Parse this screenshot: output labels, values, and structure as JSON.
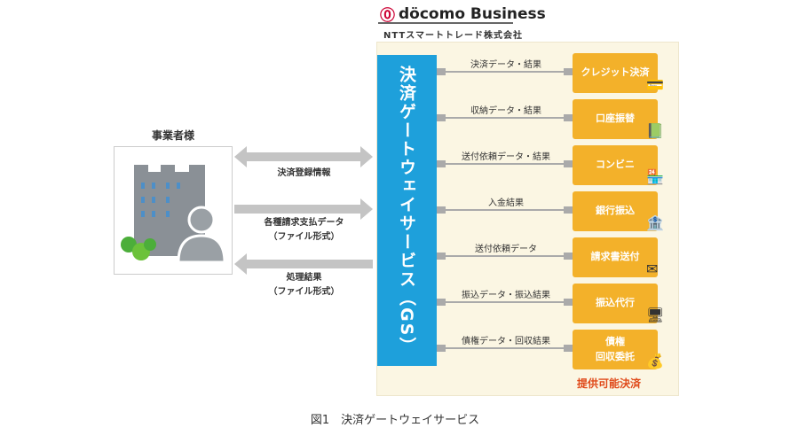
{
  "header": {
    "logo_text": "döcomo Business",
    "company": "NTTスマートトレード株式会社"
  },
  "gateway": {
    "label": "決済ゲートウェイサービス（GS）"
  },
  "business": {
    "title": "事業者様"
  },
  "flows": [
    {
      "label": "決済登録情報",
      "direction": "both"
    },
    {
      "label": "各種請求支払データ\n（ファイル形式）",
      "direction": "right"
    },
    {
      "label": "処理結果\n（ファイル形式）",
      "direction": "left"
    }
  ],
  "services": [
    {
      "line_label": "決済データ・結果",
      "name": "クレジット決済",
      "icon": "credit-card-icon"
    },
    {
      "line_label": "収納データ・結果",
      "name": "口座振替",
      "icon": "bankbook-icon"
    },
    {
      "line_label": "送付依頼データ・結果",
      "name": "コンビニ",
      "icon": "store-icon"
    },
    {
      "line_label": "入金結果",
      "name": "銀行振込",
      "icon": "bank-icon"
    },
    {
      "line_label": "送付依頼データ",
      "name": "請求書送付",
      "icon": "envelope-icon"
    },
    {
      "line_label": "振込データ・振込結果",
      "name": "振込代行",
      "icon": "monitor-icon"
    },
    {
      "line_label": "債権データ・回収結果",
      "name": "債権\n回収委託",
      "icon": "money-bag-icon"
    }
  ],
  "available_label": "提供可能決済",
  "caption": "図1　決済ゲートウェイサービス",
  "colors": {
    "gs": "#1ea0db",
    "service": "#f3b12a",
    "accent": "#e04a1a"
  }
}
